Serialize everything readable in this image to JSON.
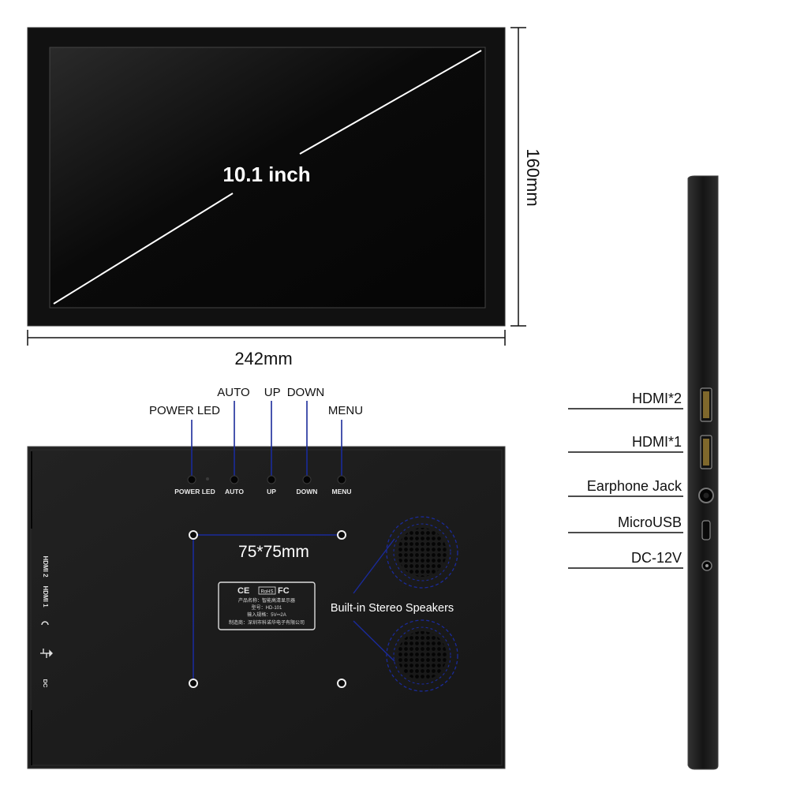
{
  "front": {
    "diagonal_label": "10.1 inch",
    "width_label": "242mm",
    "height_label": "160mm"
  },
  "back": {
    "buttons": {
      "power_led": "POWER LED",
      "auto": "AUTO",
      "up_down": "UP  DOWN",
      "menu": "MENU"
    },
    "printed_buttons": [
      "POWER LED",
      "AUTO",
      "UP",
      "DOWN",
      "MENU"
    ],
    "vesa_label": "75*75mm",
    "speakers_label": "Built-in Stereo Speakers",
    "side_port_labels": [
      "HDMI 2",
      "HDMI 1",
      "DC"
    ],
    "rating_plate": {
      "marks": [
        "CE",
        "RoHS",
        "FC"
      ],
      "line1": "产品名称：智能高清显示器",
      "line2": "型号：HD-101",
      "line3": "输入规格：5V⎓2A",
      "line4": "制造商：深圳市科诺华电子有限公司"
    }
  },
  "side": {
    "ports": [
      "HDMI*2",
      "HDMI*1",
      "Earphone Jack",
      "MicroUSB",
      "DC-12V"
    ]
  },
  "colors": {
    "annotation_blue": "#1a2a9a",
    "panel_black": "#1b1b1b",
    "bezel": "#0c0c0c"
  }
}
